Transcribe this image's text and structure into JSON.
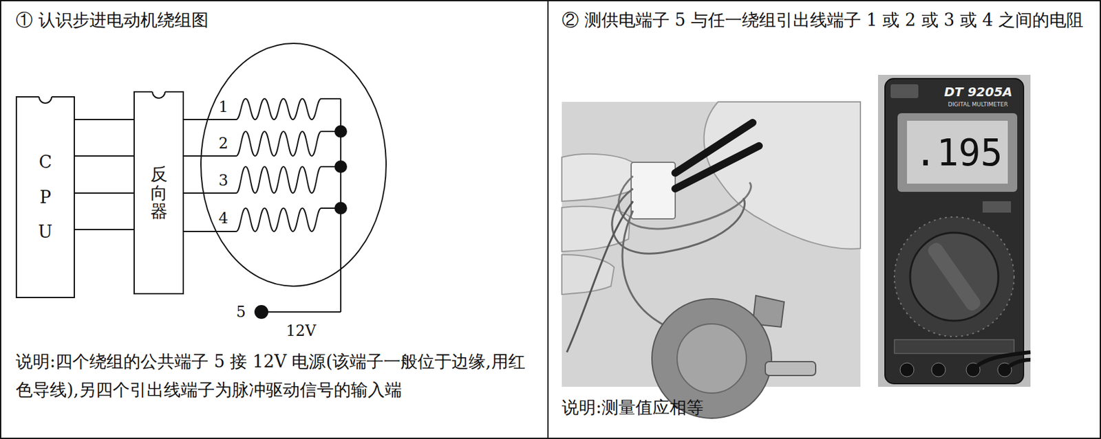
{
  "diagram": {
    "nodes": [
      {
        "text": [
          "CPU"
        ]
      },
      {
        "text": [
          "反向器"
        ]
      }
    ],
    "edges": [
      {
        "from": 0,
        "to": 1,
        "arrow": "none"
      },
      {
        "from": 0,
        "to": 1,
        "arrow": "none"
      },
      {
        "from": 0,
        "to": 1,
        "arrow": "none"
      },
      {
        "from": 0,
        "to": 1,
        "arrow": "none"
      }
    ],
    "labels": [
      "① 认识步进电动机绕组图",
      "1",
      "2",
      "3",
      "4",
      "5",
      "12V",
      "说明:四个绕组的公共端子 5 接 12V 电源(该端子一般位于边缘,用红色导线),另四个引出线端子为脉冲驱动信号的输入端",
      "② 测供电端子 5 与任一绕组引出线端子 1 或 2 或 3 或 4 之间的电阻",
      "DT 9205A",
      "DIGITAL MULTIMETER",
      ".195",
      "说明:测量值应相等"
    ]
  }
}
